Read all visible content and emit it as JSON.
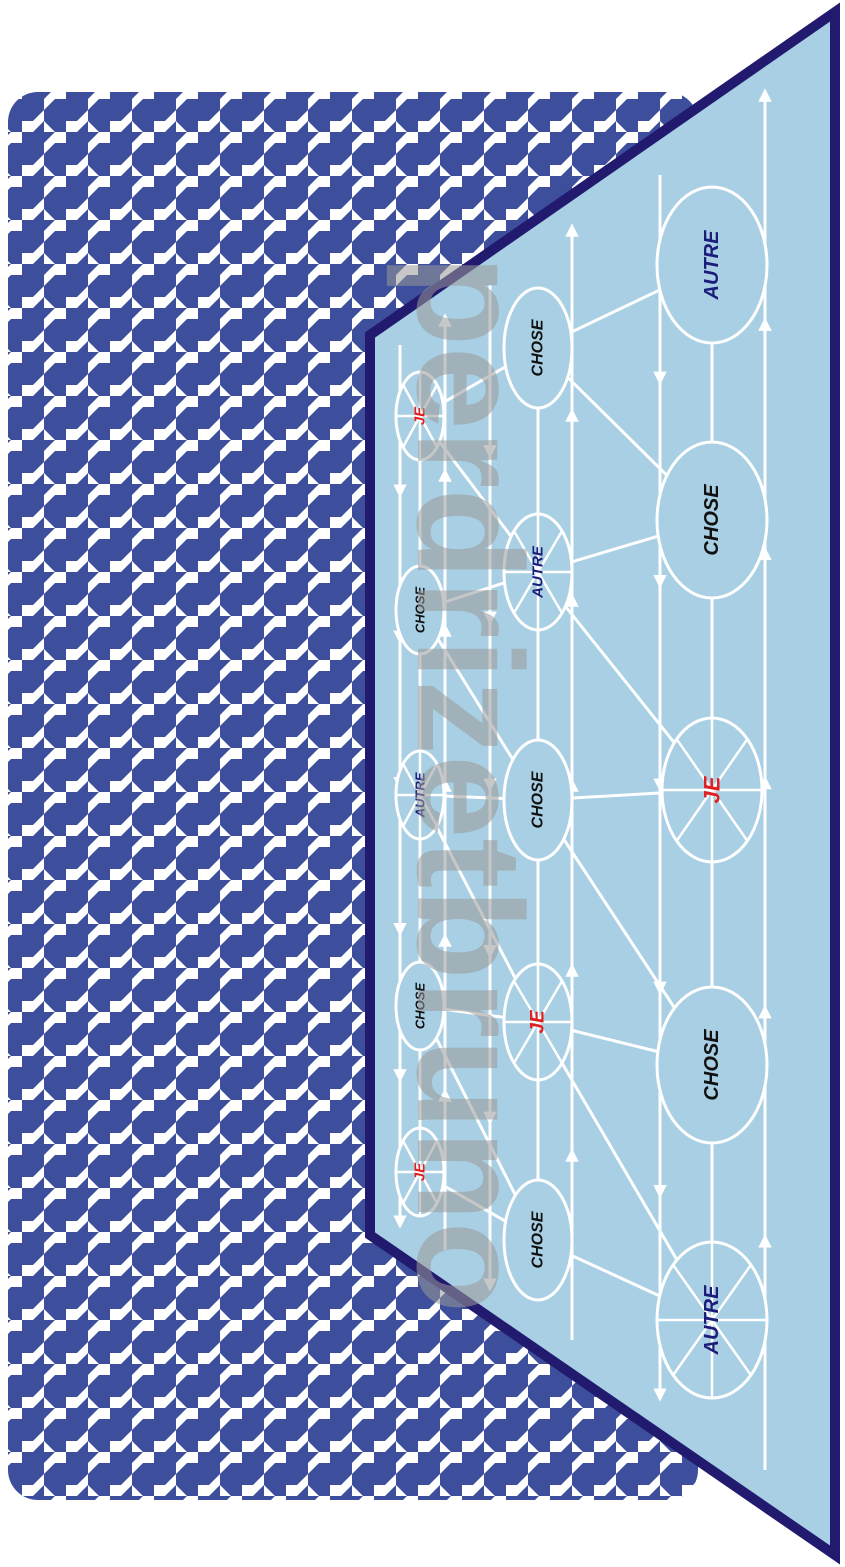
{
  "label_colors": {
    "JE": "#e02020",
    "CHOSE": "#111111",
    "AUTRE": "#1c1c7a"
  },
  "colors": {
    "houndstooth": "#3d4f9c",
    "panel_fill": "#a8cfe3",
    "panel_border": "#221a6e",
    "line": "#ffffff"
  },
  "watermark": {
    "text": "perdrizetbruno",
    "color": "#9a9a9a"
  },
  "nodes": [
    {
      "label": "JE",
      "style": "spoke"
    },
    {
      "label": "CHOSE",
      "style": "plain"
    },
    {
      "label": "AUTRE",
      "style": "plain"
    },
    {
      "label": "CHOSE",
      "style": "plain"
    },
    {
      "label": "JE",
      "style": "spoke"
    },
    {
      "label": "CHOSE",
      "style": "plain"
    },
    {
      "label": "AUTRE",
      "style": "spoke"
    },
    {
      "label": "CHOSE",
      "style": "plain"
    },
    {
      "label": "JE",
      "style": "spoke"
    },
    {
      "label": "CHOSE",
      "style": "plain"
    },
    {
      "label": "AUTRE",
      "style": "spoke"
    },
    {
      "label": "CHOSE",
      "style": "plain"
    },
    {
      "label": "JE",
      "style": "spoke"
    },
    {
      "label": "CHOSE",
      "style": "plain"
    },
    {
      "label": "AUTRE",
      "style": "spoke"
    }
  ]
}
